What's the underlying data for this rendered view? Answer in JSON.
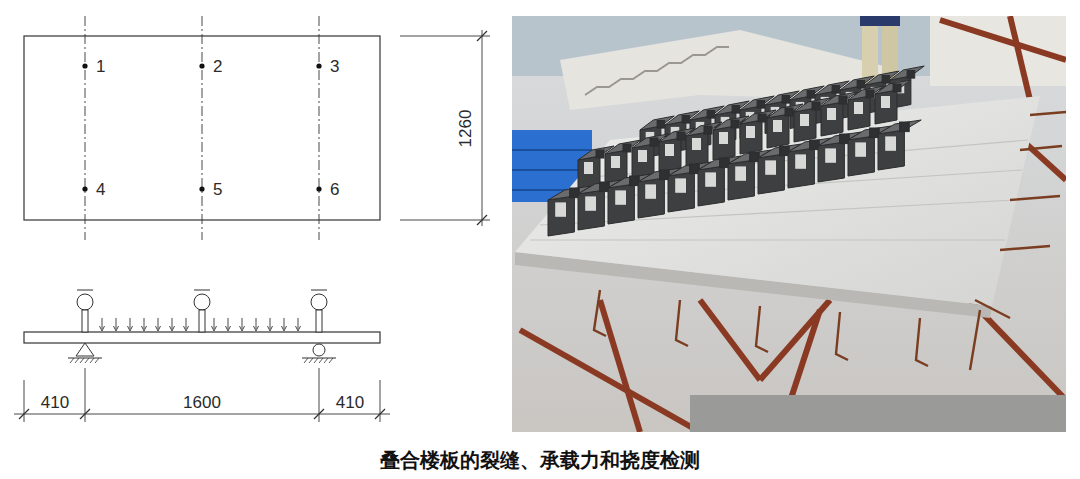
{
  "diagram": {
    "caption": "叠合楼板的裂缝、承载力和挠度检测",
    "labels": [
      "1",
      "2",
      "3",
      "4",
      "5",
      "6",
      "1260",
      "410",
      "1600",
      "410"
    ]
  }
}
